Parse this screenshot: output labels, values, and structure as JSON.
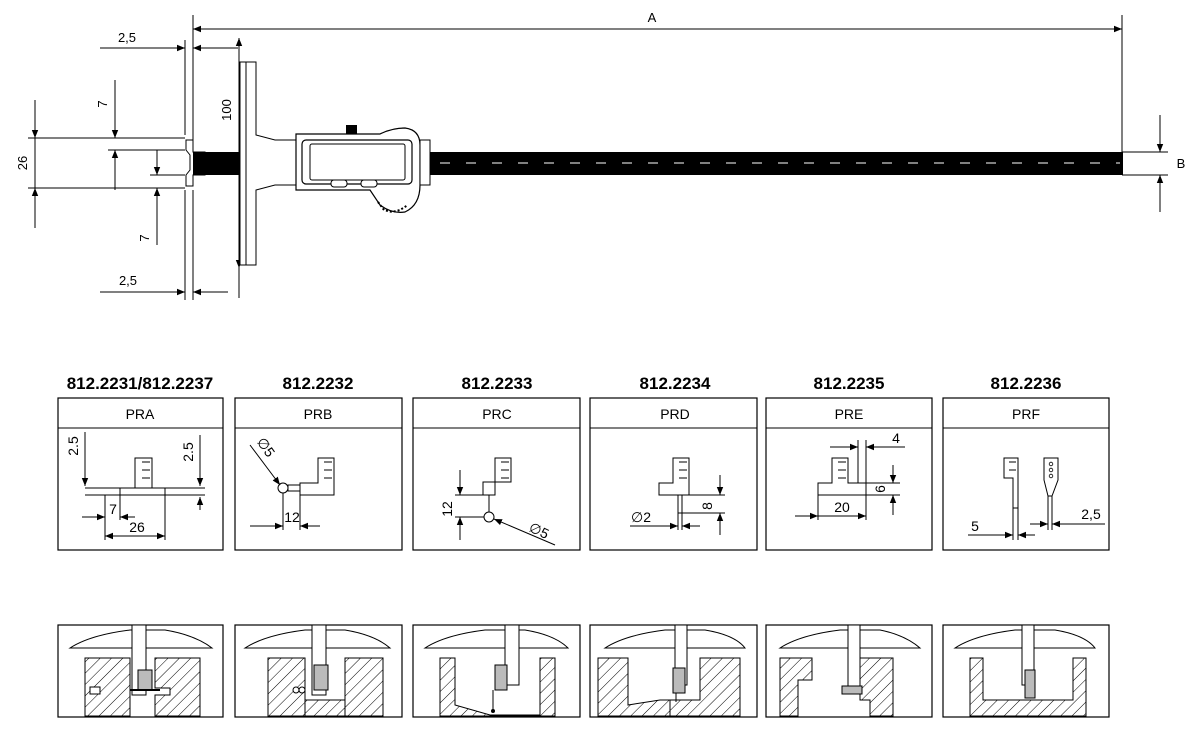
{
  "main_drawing": {
    "label_A": "A",
    "label_B": "B",
    "label_2_5_top": "2,5",
    "label_2_5_bottom": "2,5",
    "label_100": "100",
    "label_26": "26",
    "label_7_top": "7",
    "label_7_bottom": "7"
  },
  "variants": [
    {
      "code": "812.2231/812.2237",
      "name": "PRA",
      "dims": [
        "2.5",
        "2.5",
        "7",
        "26"
      ]
    },
    {
      "code": "812.2232",
      "name": "PRB",
      "dims": [
        "∅5",
        "12"
      ]
    },
    {
      "code": "812.2233",
      "name": "PRC",
      "dims": [
        "12",
        "∅5"
      ]
    },
    {
      "code": "812.2234",
      "name": "PRD",
      "dims": [
        "∅2",
        "8"
      ]
    },
    {
      "code": "812.2235",
      "name": "PRE",
      "dims": [
        "4",
        "6",
        "20"
      ]
    },
    {
      "code": "812.2236",
      "name": "PRF",
      "dims": [
        "5",
        "2,5"
      ]
    }
  ]
}
